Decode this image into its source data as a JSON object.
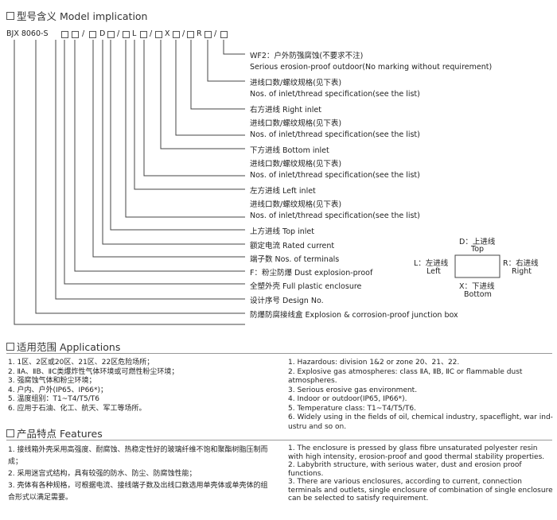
{
  "model": {
    "title": "型号含义 Model implication",
    "code_parts": [
      "BJX 8060-S",
      "/",
      "D",
      "L",
      "X",
      "R",
      "/"
    ],
    "explanations": [
      "WF2：户外防强腐蚀(不要求不注)",
      "Serious erosion-proof outdoor(No marking without requirement)",
      "进线口数/螺纹规格(见下表)",
      "Nos. of inlet/thread specification(see the list)",
      "右方进线  Right inlet",
      "进线口数/螺纹规格(见下表)",
      "Nos. of inlet/thread specification(see the list)",
      "下方进线  Bottom inlet",
      "进线口数/螺纹规格(见下表)",
      "Nos. of inlet/thread specification(see the list)",
      "左方进线  Left inlet",
      "进线口数/螺纹规格(见下表)",
      "Nos. of inlet/thread specification(see the list)",
      "上方进线  Top inlet",
      "额定电流  Rated current",
      "端子数  Nos. of terminals",
      "F：粉尘防爆  Dust explosion-proof",
      "全塑外壳  Full plastic enclosure",
      "设计序号  Design No.",
      "防爆防腐接线盒  Explosion & corrosion-proof junction box"
    ],
    "diagram": {
      "top_cn": "D：上进线",
      "top_en": "Top",
      "left_cn": "L：左进线",
      "left_en": "Left",
      "right_cn": "R：右进线",
      "right_en": "Right",
      "bottom_cn": "X：下进线",
      "bottom_en": "Bottom"
    }
  },
  "applications": {
    "title": "适用范围 Applications",
    "cn": [
      "1. 1区、2区或20区、21区、22区危险场所；",
      "2. ⅡA、ⅡB、ⅡC类爆炸性气体环境或可燃性粉尘环境；",
      "3. 强腐蚀气体和粉尘环境；",
      "4. 户内、户外(IP65、IP66*)；",
      "5. 温度组别：T1~T4/T5/T6",
      "6. 应用于石油、化工、航天、军工等场所。"
    ],
    "en": [
      "1. Hazardous: division 1&2 or zone 20、21、22.",
      "2. Explosive gas atmospheres: class ⅡA, ⅡB, ⅡC or flammable dust atmospheres.",
      "3. Serious erosive gas environment.",
      "4. Indoor or outdoor(IP65, IP66*).",
      "5. Temperature class: T1~T4/T5/T6.",
      "6. Widely using in the fields of oil, chemical industry, spaceflight, war ind-ustru and so on."
    ]
  },
  "features": {
    "title": "产品特点 Features",
    "cn": [
      "1. 接线箱外壳采用高强度、耐腐蚀、热稳定性好的玻璃纤维不饱和聚酯树脂压制而成；",
      "2. 采用迷宫式结构，具有较强的防水、防尘、防腐蚀性能；",
      "3. 壳体有各种规格，可根据电流、接线端子数及出线口数选用单壳体或单壳体的组合形式以满足需要。"
    ],
    "en": [
      "1. The enclosure is pressed by glass fibre unsaturated polyester resin with high intensity, erosion-proof and good thermal stability properties.",
      "2. Labybrith structure, with serious water, dust and erosion proof functions.",
      "3. There are various enclosures, according to current, connection terminals and outlets, single enclosure of combination of single enclosure can be selected to satisfy requirement."
    ]
  }
}
